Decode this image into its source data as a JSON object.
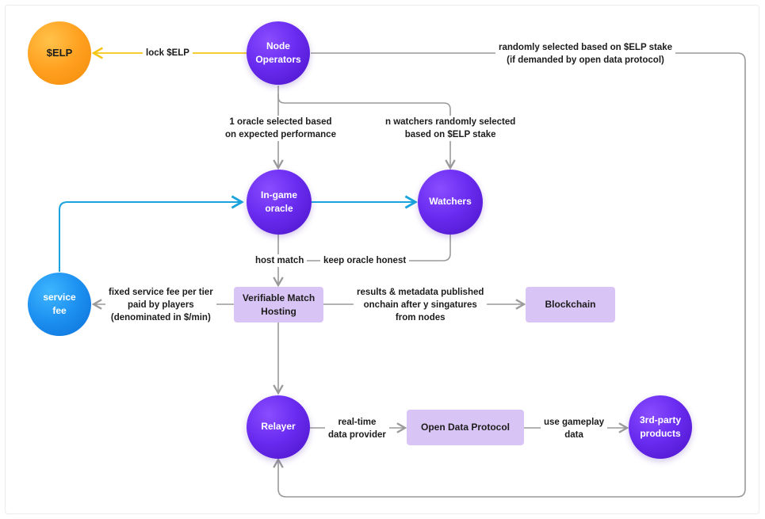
{
  "nodes": {
    "elp": "$ELP",
    "node_operators": "Node\nOperators",
    "ingame_oracle": "In-game\noracle",
    "watchers": "Watchers",
    "service_fee": "service\nfee",
    "verifiable_match_hosting": "Verifiable Match\nHosting",
    "blockchain": "Blockchain",
    "relayer": "Relayer",
    "open_data_protocol": "Open Data Protocol",
    "third_party_products": "3rd-party\nproducts"
  },
  "edges": {
    "lock_elp": "lock $ELP",
    "random_selected": "randomly selected based on $ELP stake\n(if demanded by open data protocol)",
    "oracle_selected": "1 oracle selected based\non expected performance",
    "watchers_selected": "n watchers randomly selected\nbased on $ELP stake",
    "host_match": "host match",
    "keep_honest": "keep oracle honest",
    "service_fee_desc": "fixed service fee per tier\npaid by players\n(denominated in $/min)",
    "results_published": "results & metadata published\nonchain after y singatures\nfrom nodes",
    "realtime_provider": "real-time\ndata provider",
    "use_gameplay": "use gameplay\ndata"
  },
  "colors": {
    "purple_node": "#6a2cf0",
    "orange_node": "#ffa01f",
    "blue_node": "#1c8ff0",
    "box_fill": "#d9c5f5",
    "gray_arrow": "#9a9a9a",
    "yellow_arrow": "#f5c518",
    "blue_arrow": "#1aa3dc"
  }
}
